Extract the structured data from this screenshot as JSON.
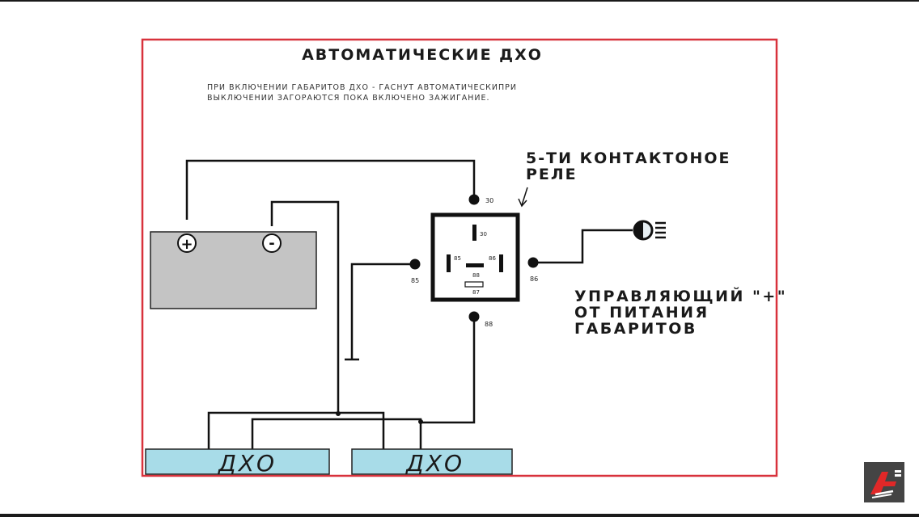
{
  "diagram": {
    "title": "АВТОМАТИЧЕСКИЕ ДХО",
    "description_line1": "ПРИ ВКЛЮЧЕНИИ ГАБАРИТОВ ДХО - ГАСНУТ АВТОМАТИЧЕСКИПРИ",
    "description_line2": "ВЫКЛЮЧЕНИИ ЗАГОРАЮТСЯ ПОКА ВКЛЮЧЕНО ЗАЖИГАНИЕ.",
    "relay_label_line1": "5-ТИ КОНТАКТОНОЕ",
    "relay_label_line2": "РЕЛЕ",
    "control_label_line1": "УПРАВЛЯЮЩИЙ \"+\"",
    "control_label_line2": "ОТ ПИТАНИЯ",
    "control_label_line3": "ГАБАРИТОВ",
    "battery_plus": "+",
    "battery_minus": "-",
    "pins": {
      "p30": "30",
      "p85": "85",
      "p86": "86",
      "p88": "88",
      "p87": "87"
    },
    "drl_left": "ДХО",
    "drl_right": "ДХО"
  },
  "colors": {
    "frame": "#d8323c",
    "battery": "#c4c4c4",
    "drl": "#a8dce8",
    "wire": "#111111"
  },
  "icons": [
    "headlight-icon",
    "channel-logo-icon"
  ]
}
